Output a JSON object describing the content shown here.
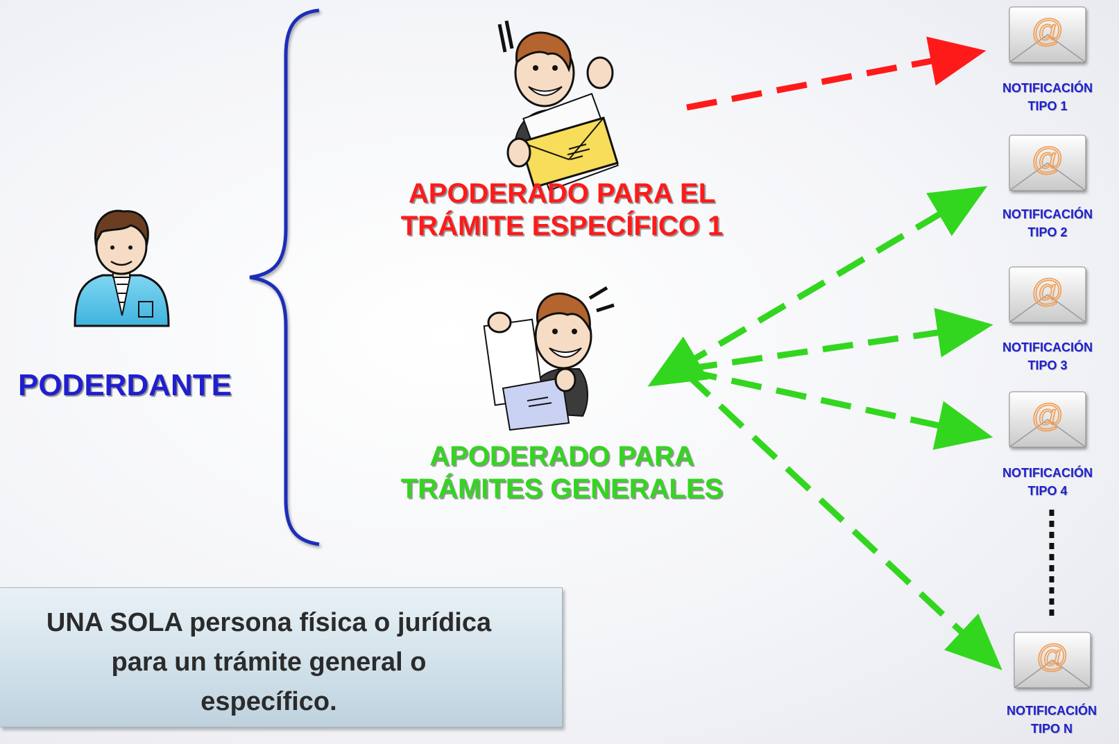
{
  "poderdante": {
    "label": "PODERDANTE"
  },
  "apoderado_especifico": {
    "line1": "APODERADO PARA EL",
    "line2": "TRÁMITE ESPECÍFICO 1"
  },
  "apoderado_general": {
    "line1": "APODERADO PARA",
    "line2": "TRÁMITES GENERALES"
  },
  "notifications": [
    {
      "line1": "NOTIFICACIÓN",
      "line2": "TIPO 1"
    },
    {
      "line1": "NOTIFICACIÓN",
      "line2": "TIPO 2"
    },
    {
      "line1": "NOTIFICACIÓN",
      "line2": "TIPO 3"
    },
    {
      "line1": "NOTIFICACIÓN",
      "line2": "TIPO 4"
    },
    {
      "line1": "NOTIFICACIÓN",
      "line2": "TIPO N"
    }
  ],
  "info_box": {
    "line1": "UNA SOLA persona física o jurídica",
    "line2": "para un trámite general o",
    "line3": "específico."
  },
  "colors": {
    "blue": "#1f1fcf",
    "red": "#ff1a1a",
    "green": "#33d61f"
  },
  "icons": {
    "poderdante": "person-icon",
    "apoderado_especifico": "man-opening-envelope-icon",
    "apoderado_general": "man-reading-letter-icon",
    "notification": "email-envelope-icon"
  }
}
